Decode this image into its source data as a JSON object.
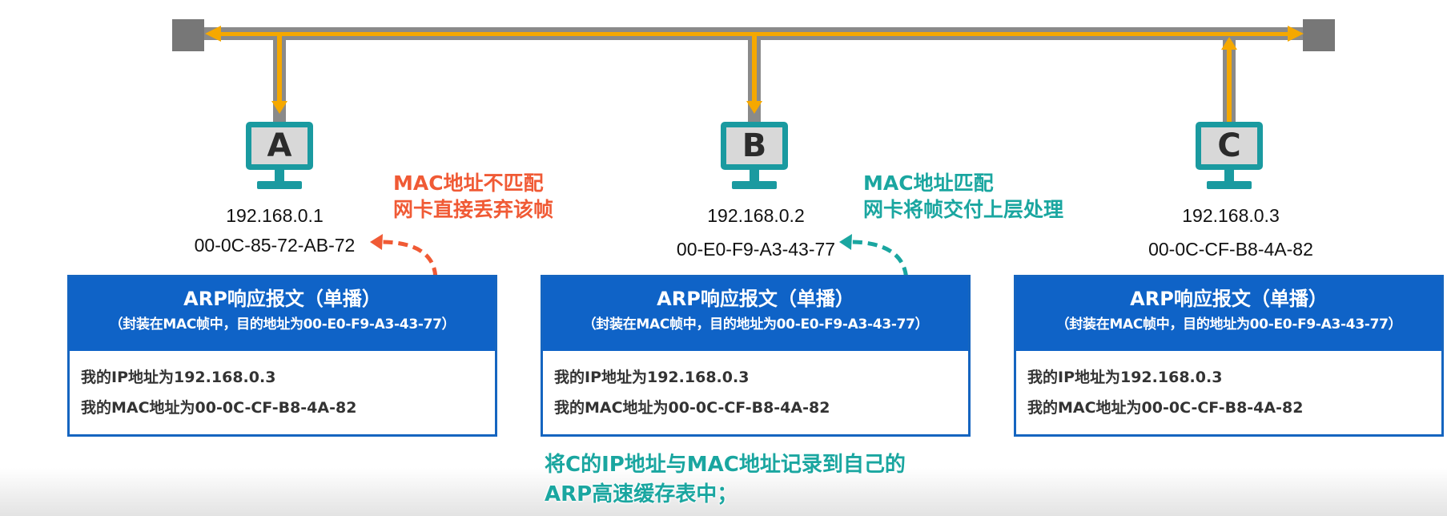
{
  "hosts": [
    {
      "letter": "A",
      "ip": "192.168.0.1",
      "mac": "00-0C-85-72-AB-72"
    },
    {
      "letter": "B",
      "ip": "192.168.0.2",
      "mac": "00-E0-F9-A3-43-77"
    },
    {
      "letter": "C",
      "ip": "192.168.0.3",
      "mac": "00-0C-CF-B8-4A-82"
    }
  ],
  "notes": {
    "mismatch": {
      "line1": "MAC地址不匹配",
      "line2": "网卡直接丢弃该帧"
    },
    "match": {
      "line1": "MAC地址匹配",
      "line2": "网卡将帧交付上层处理"
    }
  },
  "packet": {
    "title": "ARP响应报文（单播）",
    "subtitle": "（封装在MAC帧中，目的地址为00-E0-F9-A3-43-77）",
    "ip_line": "我的IP地址为192.168.0.3",
    "mac_line": "我的MAC地址为00-0C-CF-B8-4A-82"
  },
  "footer": {
    "line1": "将C的IP地址与MAC地址记录到自己的",
    "line2": "ARP高速缓存表中；"
  },
  "colors": {
    "bus": "#888888",
    "arrow": "#f5a800",
    "pc": "#1a9aa0",
    "box": "#0f63c7",
    "mismatch": "#f05a35",
    "match": "#1aa6a0"
  }
}
